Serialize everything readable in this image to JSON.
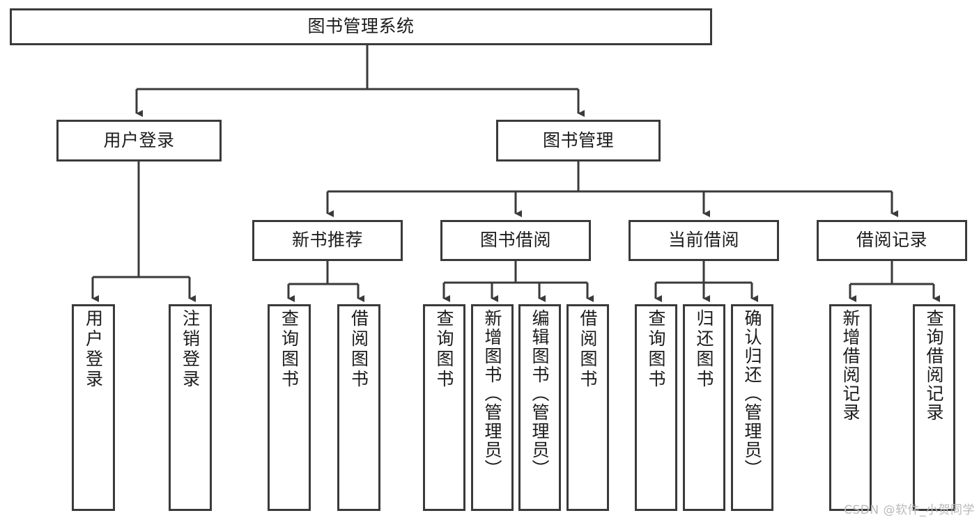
{
  "diagram": {
    "title": "图书管理系统",
    "type": "hierarchy-tree",
    "root": {
      "id": "root",
      "label": "图书管理系统"
    },
    "level2": [
      {
        "id": "user-login",
        "label": "用户登录"
      },
      {
        "id": "book-manage",
        "label": "图书管理"
      }
    ],
    "level3": [
      {
        "id": "new-book-recommend",
        "label": "新书推荐"
      },
      {
        "id": "book-borrow",
        "label": "图书借阅"
      },
      {
        "id": "current-borrow",
        "label": "当前借阅"
      },
      {
        "id": "borrow-record",
        "label": "借阅记录"
      }
    ],
    "leaves": {
      "user_login": [
        {
          "id": "leaf-user-login",
          "label": "用户登录"
        },
        {
          "id": "leaf-logout",
          "label": "注销登录"
        }
      ],
      "new_book_recommend": [
        {
          "id": "leaf-query-book-1",
          "label": "查询图书"
        },
        {
          "id": "leaf-borrow-book-1",
          "label": "借阅图书"
        }
      ],
      "book_borrow": [
        {
          "id": "leaf-query-book-2",
          "label": "查询图书"
        },
        {
          "id": "leaf-add-book",
          "label": "新增图书（管理员）"
        },
        {
          "id": "leaf-edit-book",
          "label": "编辑图书（管理员）"
        },
        {
          "id": "leaf-borrow-book-2",
          "label": "借阅图书"
        }
      ],
      "current_borrow": [
        {
          "id": "leaf-query-book-3",
          "label": "查询图书"
        },
        {
          "id": "leaf-return-book",
          "label": "归还图书"
        },
        {
          "id": "leaf-confirm-return",
          "label": "确认归还（管理员）"
        }
      ],
      "borrow_record": [
        {
          "id": "leaf-add-record",
          "label": "新增借阅记录"
        },
        {
          "id": "leaf-query-record",
          "label": "查询借阅记录"
        }
      ]
    }
  },
  "watermark": {
    "text": "CSDN @软件_小贺同学"
  },
  "colors": {
    "box_border": "#3a3a3a",
    "box_fill": "#ffffff",
    "line": "#3a3a3a",
    "text": "#1b1b1b",
    "watermark": "#b9b9b9"
  }
}
